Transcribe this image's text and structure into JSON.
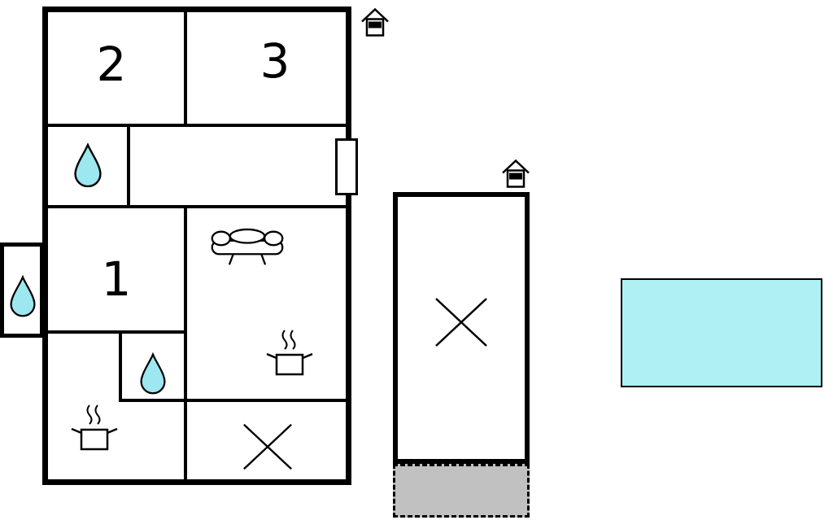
{
  "title": "holiday-home-floor-plan",
  "colors": {
    "wall": "#000000",
    "water": "#9ce7f0",
    "pool": "#aef0f3",
    "terrace": "#c1c1c1",
    "background": "#ffffff"
  },
  "rooms": {
    "room1": {
      "label": "1"
    },
    "room2": {
      "label": "2"
    },
    "room3": {
      "label": "3"
    }
  },
  "icons": {
    "water_drop": "water-drop-icon",
    "sofa": "sofa-icon",
    "cooking_pot": "cooking-pot-icon",
    "cross_mark": "cross-mark-icon",
    "entrance": "entrance-house-icon"
  }
}
